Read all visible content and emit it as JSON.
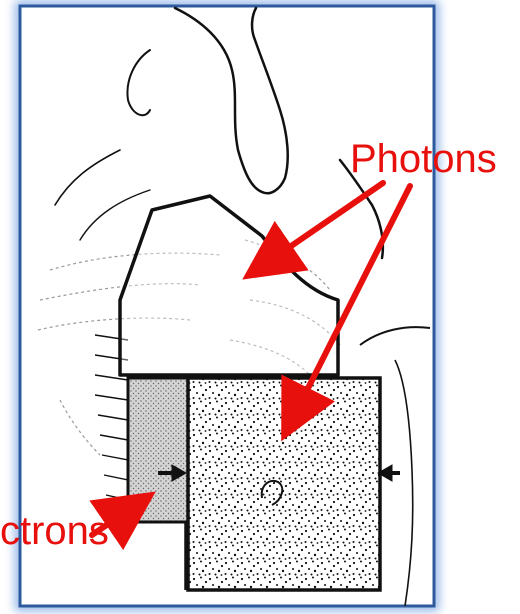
{
  "labels": {
    "photons": "Photons",
    "electrons": "ctrons"
  },
  "colors": {
    "annotation": "#e8100c",
    "frame_border": "#2d5a9c",
    "frame_glow": "#8fb2e6",
    "drawing_ink": "#111111",
    "sketch_ink": "#9a9a9a",
    "electron_field_fill": "#c8c8c8"
  },
  "fields": [
    {
      "name": "photon-upper-field",
      "kind": "photons"
    },
    {
      "name": "photon-lower-field",
      "kind": "photons"
    },
    {
      "name": "electron-field",
      "kind": "electrons"
    }
  ]
}
